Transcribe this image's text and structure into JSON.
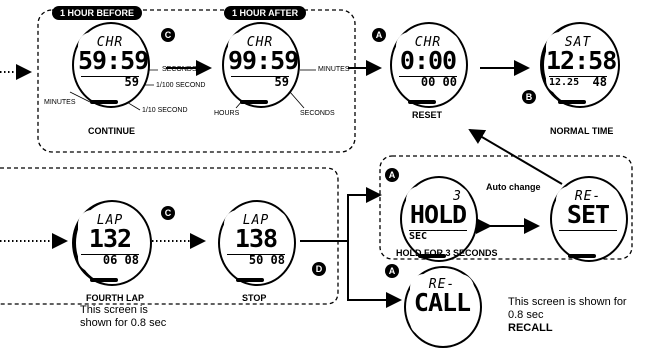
{
  "before_label": "1 HOUR BEFORE",
  "after_label": "1 HOUR AFTER",
  "labels": {
    "seconds1": "SECONDS",
    "hundredth": "1/100 SECOND",
    "tenth": "1/10 SECOND",
    "minutes1": "MINUTES",
    "minutes2": "MINUTES",
    "hours": "HOURS",
    "seconds2": "SECONDS",
    "auto_change": "Auto change",
    "hold3": "HOLD FOR  3 SECONDS"
  },
  "captions": {
    "continue": "CONTINUE",
    "reset": "RESET",
    "normal_time": "NORMAL TIME",
    "fourth_lap": "FOURTH LAP",
    "stop": "STOP"
  },
  "notes": {
    "lap_line1": "This screen is",
    "lap_line2": "shown for 0.8 sec",
    "recall_line1": "This screen is shown for",
    "recall_line2": "0.8 sec",
    "recall_bold": "RECALL"
  },
  "watches": {
    "w1": {
      "top": "CHR",
      "mid": "59:59",
      "bot": "59"
    },
    "w2": {
      "top": "CHR",
      "mid": "99:59",
      "bot": "59"
    },
    "w3": {
      "top": "CHR",
      "mid": "0:00",
      "bot": "00 00"
    },
    "w4": {
      "top": "SAT",
      "mid": "12:58",
      "bot_l": "12.25",
      "bot": "48"
    },
    "w5": {
      "top": "3",
      "mid": "HOLD",
      "bot_l": "SEC"
    },
    "w6": {
      "top": "RE-",
      "mid": "SET"
    },
    "w7": {
      "top": "LAP",
      "mid": "132",
      "bot": "06 08"
    },
    "w8": {
      "top": "LAP",
      "mid": "138",
      "bot": "50 08"
    },
    "w9": {
      "top": "RE-",
      "mid": "CALL"
    }
  },
  "badges": {
    "a1": "A",
    "a2": "A",
    "a3": "A",
    "b1": "B",
    "c1": "C",
    "c2": "C",
    "d1": "D"
  }
}
